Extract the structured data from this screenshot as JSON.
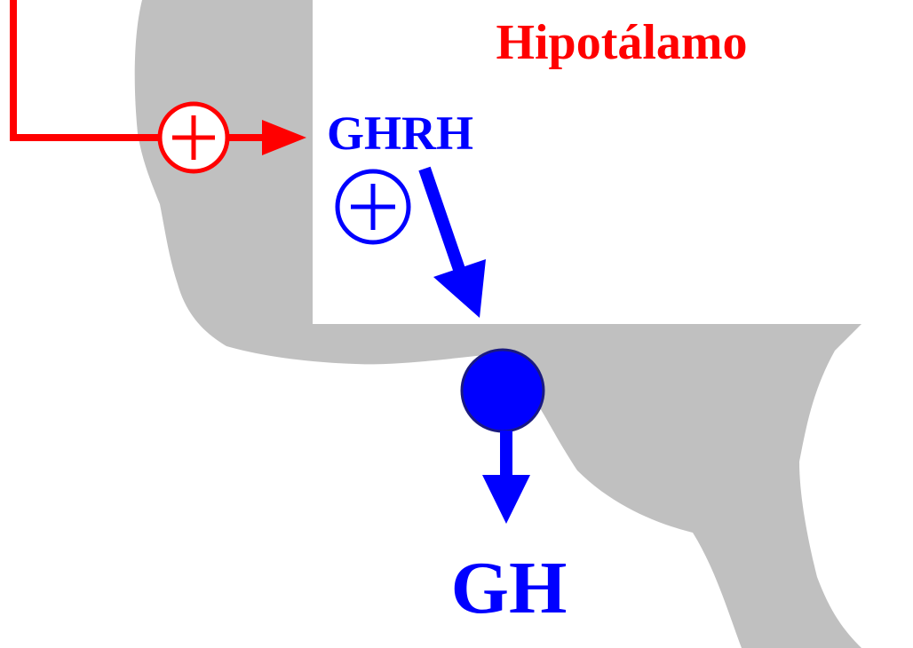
{
  "title": "Hipotálamo",
  "labels": {
    "ghrh": "GHRH",
    "gh": "GH"
  },
  "symbols": {
    "stimulation_red": "⊕",
    "stimulation_blue": "⊕"
  },
  "colors": {
    "red": "#ff0000",
    "blue": "#0000ff",
    "tissue": "#c0c0c0",
    "background": "#ffffff"
  },
  "icons": {
    "plus_circle": "plus-circle-icon",
    "arrow": "arrow-icon",
    "pituitary_cell": "filled-circle-icon"
  }
}
